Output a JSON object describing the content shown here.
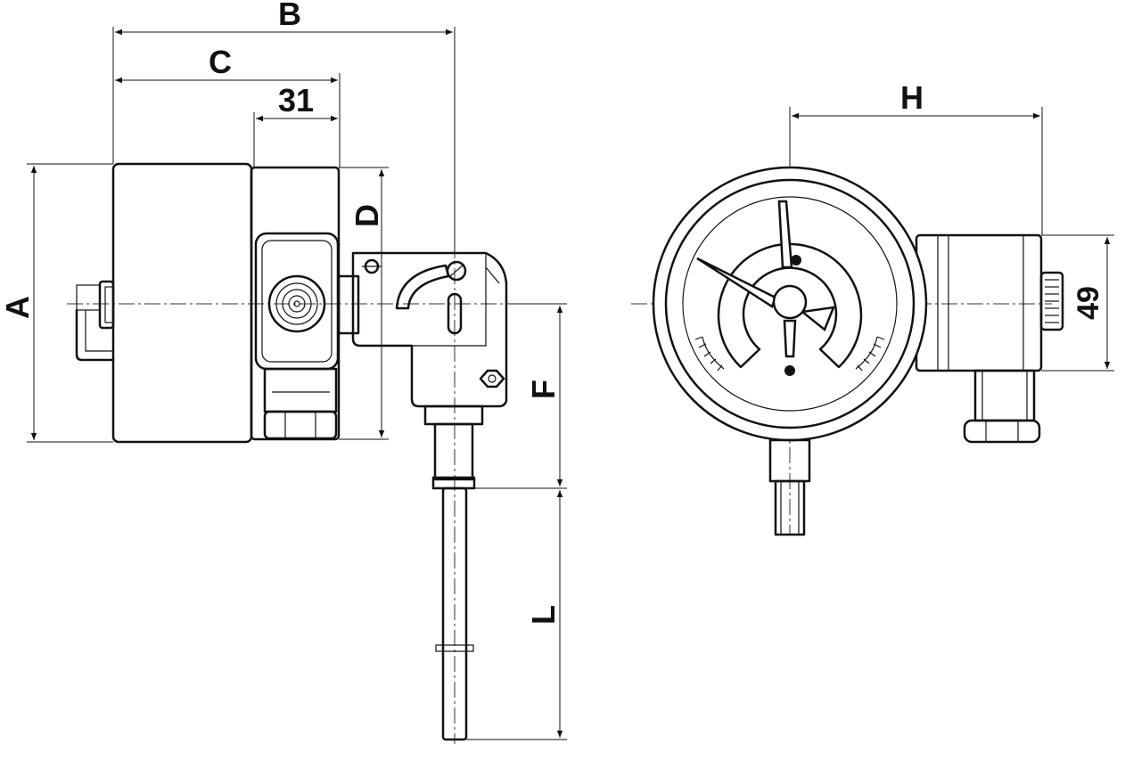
{
  "dimension_labels": {
    "b": "B",
    "c": "C",
    "w31": "31",
    "a": "A",
    "d": "D",
    "f": "F",
    "l": "L",
    "h": "H",
    "w49": "49"
  },
  "views": [
    "side-view",
    "front-view"
  ],
  "colors": {
    "line": "#111111",
    "background": "#ffffff"
  }
}
